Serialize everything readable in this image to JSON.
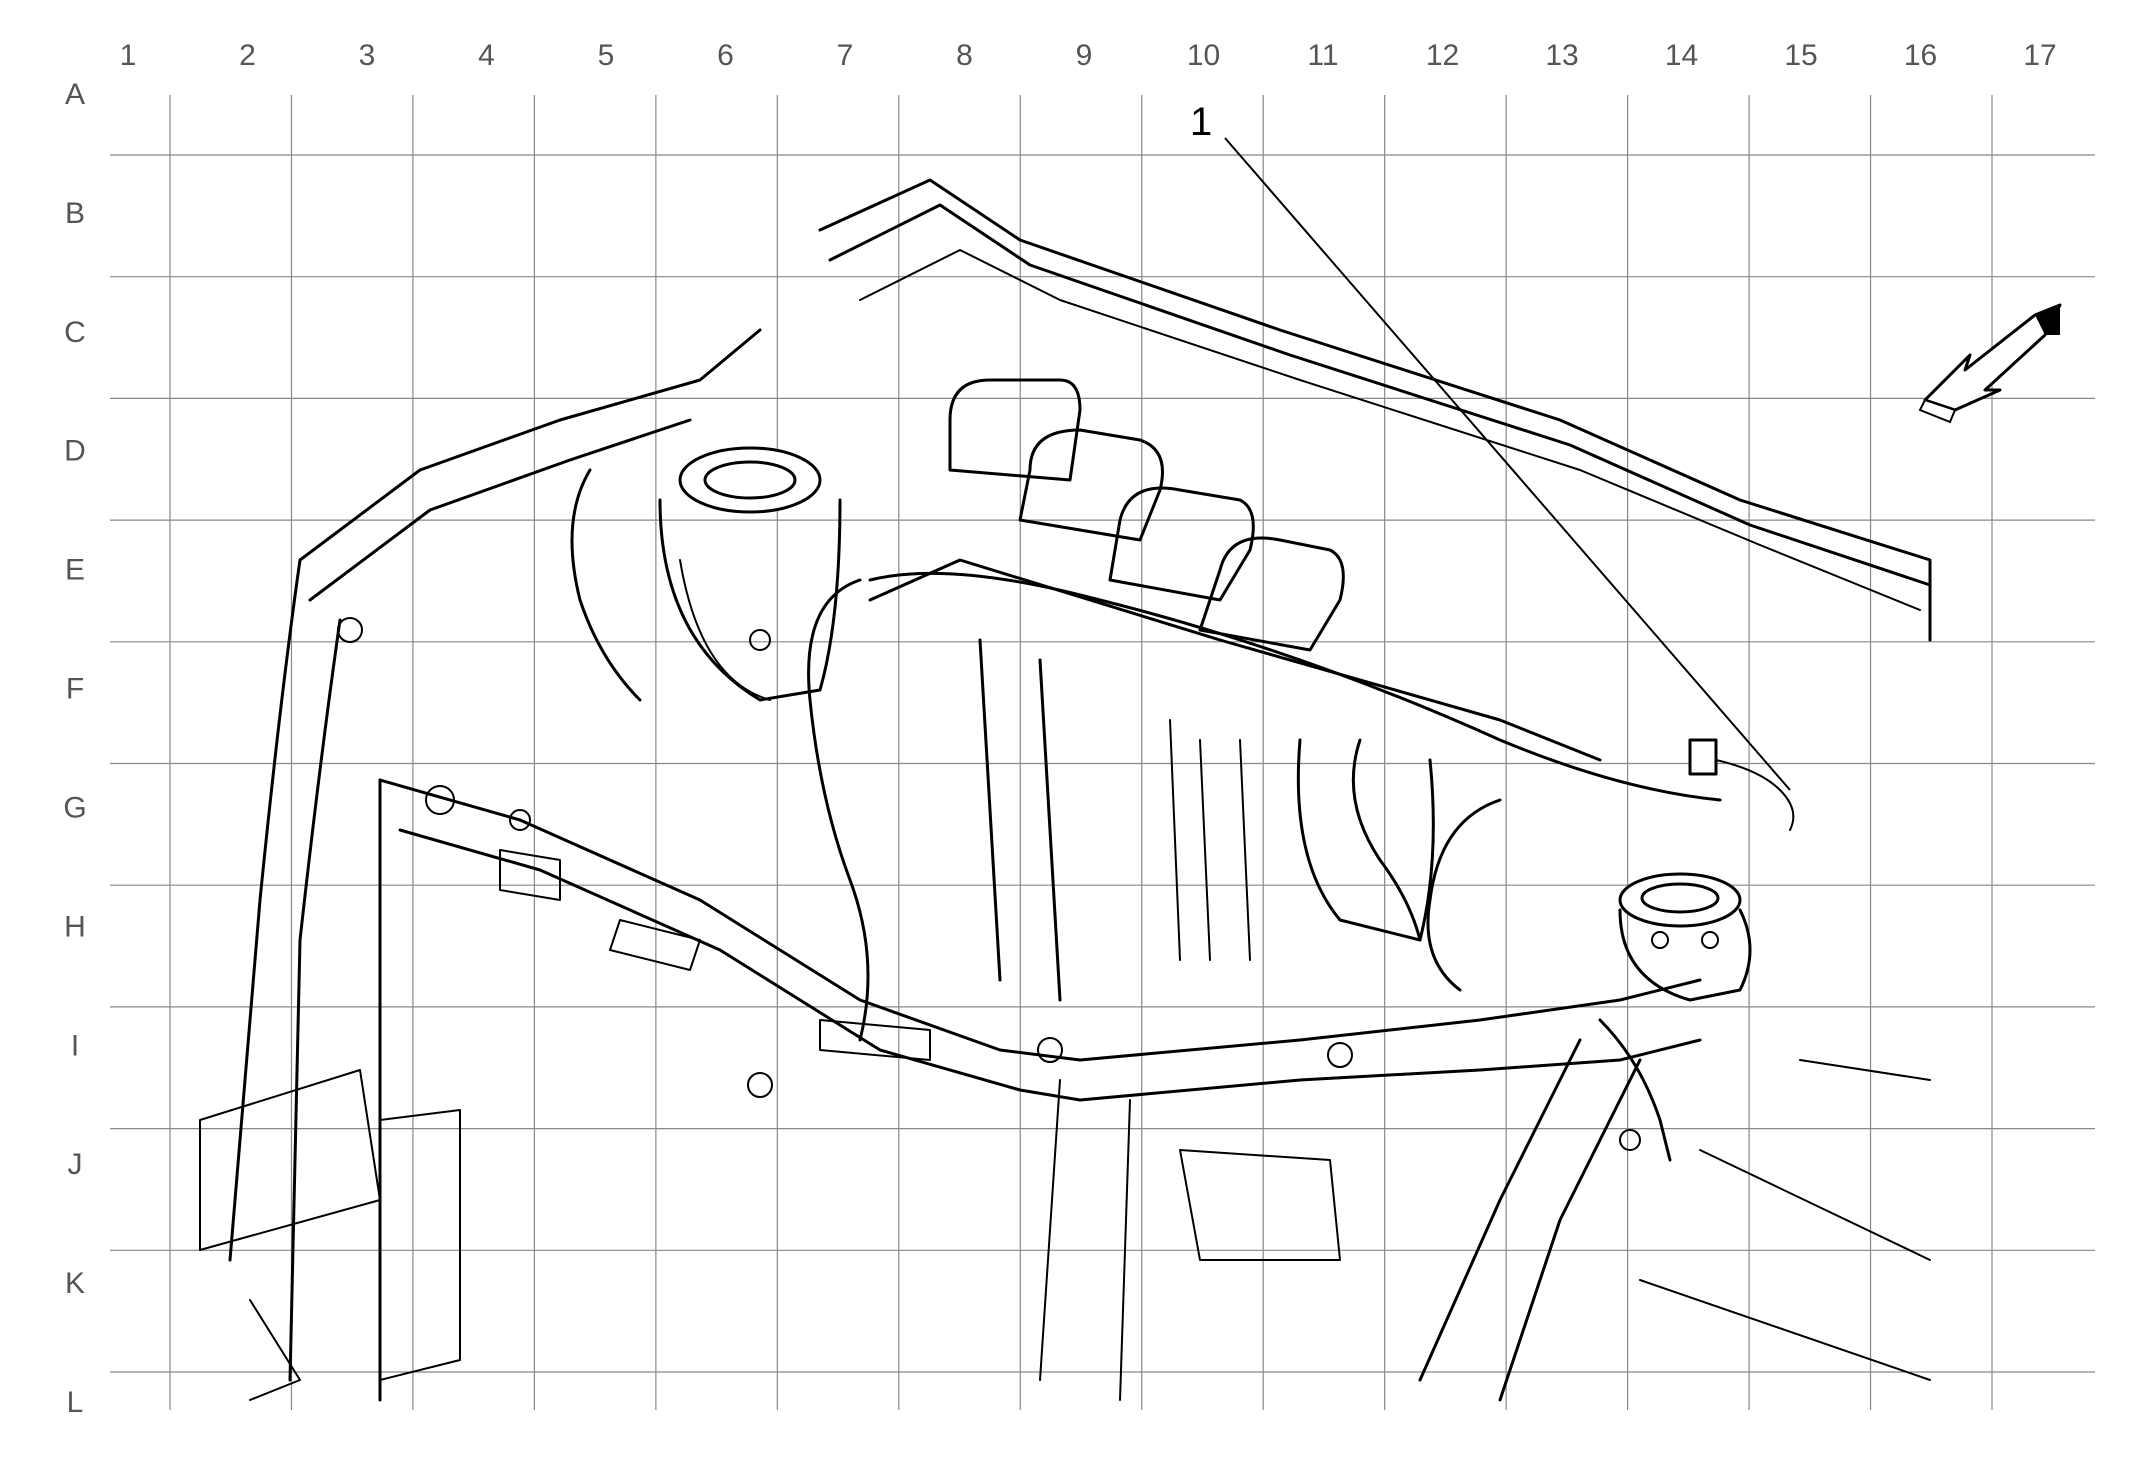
{
  "grid": {
    "columns": [
      "1",
      "2",
      "3",
      "4",
      "5",
      "6",
      "7",
      "8",
      "9",
      "10",
      "11",
      "12",
      "13",
      "14",
      "15",
      "16",
      "17"
    ],
    "rows": [
      "A",
      "B",
      "C",
      "D",
      "E",
      "F",
      "G",
      "H",
      "I",
      "J",
      "K",
      "L"
    ]
  },
  "callouts": [
    {
      "label": "1"
    }
  ],
  "icons": {
    "view_direction": "view-direction-arrow-icon"
  }
}
